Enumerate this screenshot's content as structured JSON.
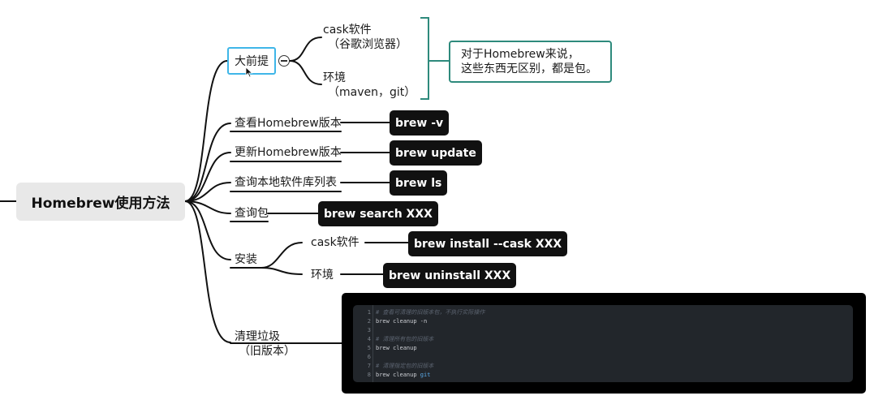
{
  "root": {
    "label": "Homebrew使用方法"
  },
  "premise": {
    "label": "大前提",
    "children": [
      {
        "line1": "cask软件",
        "line2": "（谷歌浏览器）"
      },
      {
        "line1": "环境",
        "line2": "（maven，git）"
      }
    ],
    "note": {
      "line1": "对于Homebrew来说，",
      "line2": "这些东西无区别，都是包。"
    }
  },
  "branches": {
    "version": {
      "label": "查看Homebrew版本",
      "cmd": "brew -v"
    },
    "update": {
      "label": "更新Homebrew版本",
      "cmd": "brew update"
    },
    "list": {
      "label": "查询本地软件库列表",
      "cmd": "brew ls"
    },
    "search": {
      "label": "查询包",
      "cmd": "brew search XXX"
    },
    "install": {
      "label": "安装",
      "cask": {
        "label": "cask软件",
        "cmd": "brew install --cask XXX"
      },
      "env": {
        "label": "环境",
        "cmd": "brew uninstall XXX"
      }
    },
    "cleanup": {
      "line1": "清理垃圾",
      "line2": "（旧版本）"
    }
  },
  "code_block": {
    "lines": [
      {
        "n": "1",
        "text": "# 查看可清理的旧版本包，不执行实际操作",
        "kind": "comment"
      },
      {
        "n": "2",
        "text": "brew cleanup -n",
        "kind": "plain"
      },
      {
        "n": "3",
        "text": "",
        "kind": "plain"
      },
      {
        "n": "4",
        "text": "# 清理所有包的旧版本",
        "kind": "comment"
      },
      {
        "n": "5",
        "text": "brew cleanup",
        "kind": "plain"
      },
      {
        "n": "6",
        "text": "",
        "kind": "plain"
      },
      {
        "n": "7",
        "text": "# 清理指定包的旧版本",
        "kind": "comment"
      },
      {
        "n": "8",
        "text": "brew cleanup ",
        "kw": "git",
        "kind": "plain"
      }
    ]
  },
  "colors": {
    "selection_border": "#3fb6e8",
    "note_border": "#2e8a7c",
    "command_bg": "#111111",
    "root_bg": "#e8e8e8"
  }
}
